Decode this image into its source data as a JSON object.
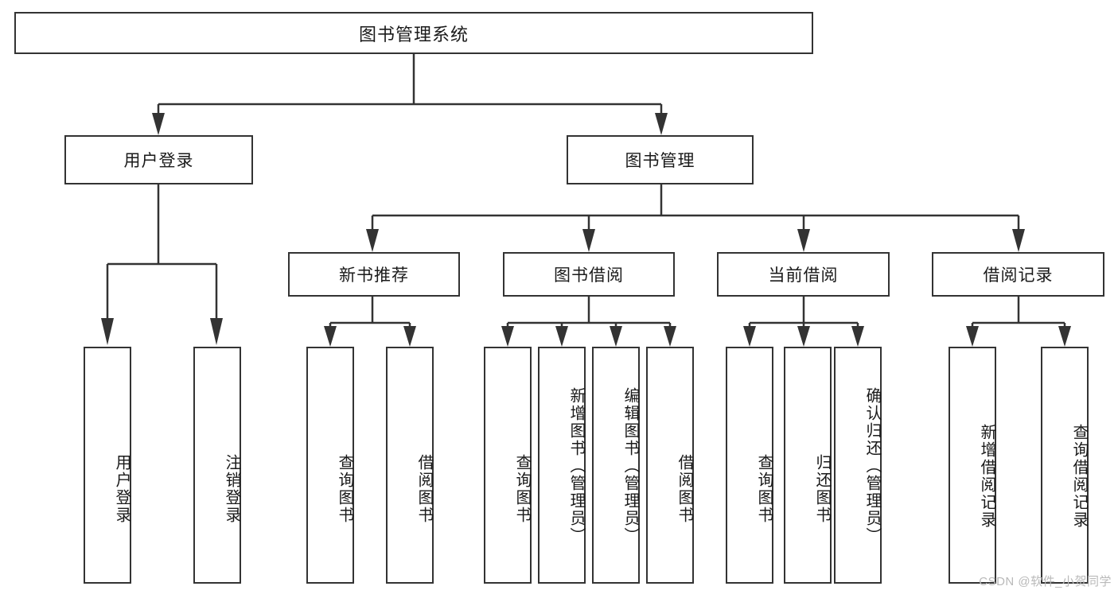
{
  "diagram": {
    "type": "tree-hierarchy-diagram",
    "root": {
      "id": "root",
      "label": "图书管理系统"
    },
    "level2": [
      {
        "id": "user-login",
        "label": "用户登录"
      },
      {
        "id": "book-management",
        "label": "图书管理"
      }
    ],
    "level3": [
      {
        "id": "new-book-recommend",
        "label": "新书推荐"
      },
      {
        "id": "book-borrow",
        "label": "图书借阅"
      },
      {
        "id": "current-borrow",
        "label": "当前借阅"
      },
      {
        "id": "borrow-record",
        "label": "借阅记录"
      }
    ],
    "leaves": [
      {
        "id": "leaf-user-login",
        "label": "用户登录",
        "parent": "user-login"
      },
      {
        "id": "leaf-logout-login",
        "label": "注销登录",
        "parent": "user-login"
      },
      {
        "id": "leaf-query-book-1",
        "label": "查询图书",
        "parent": "new-book-recommend"
      },
      {
        "id": "leaf-borrow-book-1",
        "label": "借阅图书",
        "parent": "new-book-recommend"
      },
      {
        "id": "leaf-query-book-2",
        "label": "查询图书",
        "parent": "book-borrow"
      },
      {
        "id": "leaf-add-book",
        "label": "新增图书（管理员）",
        "parent": "book-borrow"
      },
      {
        "id": "leaf-edit-book",
        "label": "编辑图书（管理员）",
        "parent": "book-borrow"
      },
      {
        "id": "leaf-borrow-book-2",
        "label": "借阅图书",
        "parent": "book-borrow"
      },
      {
        "id": "leaf-query-book-3",
        "label": "查询图书",
        "parent": "current-borrow"
      },
      {
        "id": "leaf-return-book",
        "label": "归还图书",
        "parent": "current-borrow"
      },
      {
        "id": "leaf-confirm-return",
        "label": "确认归还（管理员）",
        "parent": "current-borrow"
      },
      {
        "id": "leaf-add-record",
        "label": "新增借阅记录",
        "parent": "borrow-record"
      },
      {
        "id": "leaf-query-record",
        "label": "查询借阅记录",
        "parent": "borrow-record"
      }
    ]
  },
  "watermark": {
    "text": "CSDN @软件_小贺同学"
  },
  "colors": {
    "stroke": "#333333",
    "background": "#ffffff",
    "text": "#1a1a1a",
    "watermark": "#b9b9b9"
  }
}
